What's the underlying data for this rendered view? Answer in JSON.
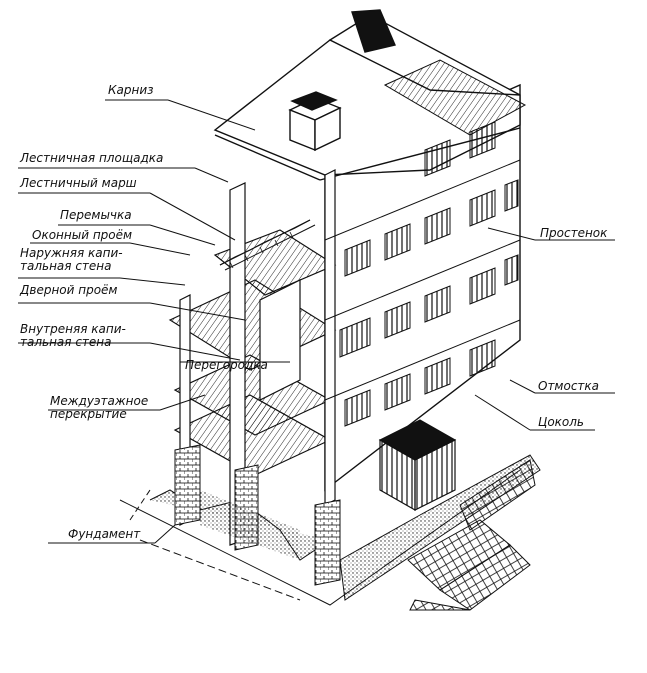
{
  "labels": {
    "cornice": "Карниз",
    "stair_landing": "Лестничная площадка",
    "stair_flight": "Лестничный марш",
    "lintel": "Перемычка",
    "window_opening": "Оконный проём",
    "outer_wall_line1": "Наружняя капи-",
    "outer_wall_line2": "тальная стена",
    "door_opening": "Дверной проём",
    "inner_wall_line1": "Внутреняя капи-",
    "inner_wall_line2": "тальная стена",
    "partition": "Перегородка",
    "floor_slab_line1": "Междуэтажное",
    "floor_slab_line2": "перекрытие",
    "foundation": "Фундамент",
    "pier": "Простенок",
    "blind_area": "Отмостка",
    "plinth": "Цоколь"
  },
  "icons": {
    "building": "building-cutaway-drawing"
  },
  "colors": {
    "ink": "#111111",
    "background": "#ffffff"
  }
}
